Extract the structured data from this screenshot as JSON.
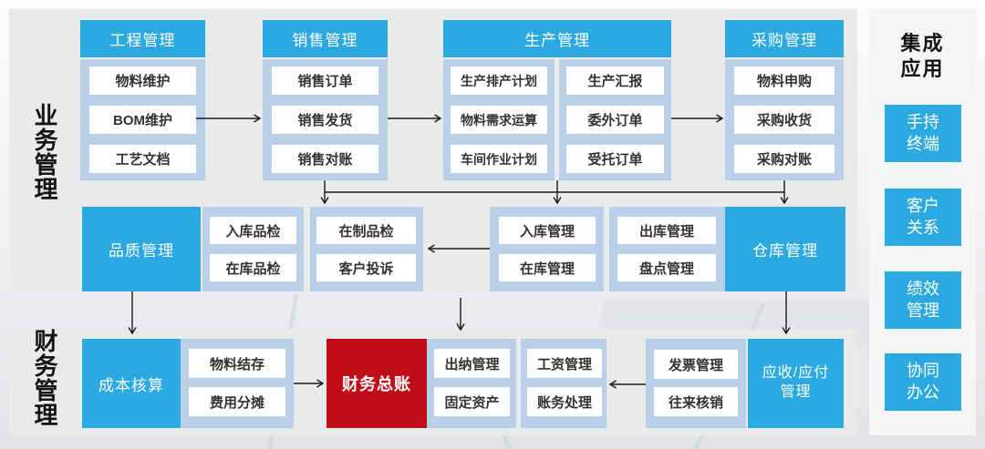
{
  "diagram": {
    "section_labels": {
      "business": "业务管理",
      "finance": "财务管理"
    },
    "top_columns": [
      {
        "header": "工程管理",
        "items": [
          "物料维护",
          "BOM维护",
          "工艺文档"
        ]
      },
      {
        "header": "销售管理",
        "items": [
          "销售订单",
          "销售发货",
          "销售对账"
        ]
      },
      {
        "header": "生产管理",
        "items_left": [
          "生产排产计划",
          "物料需求运算",
          "车间作业计划"
        ],
        "items_right": [
          "生产汇报",
          "委外订单",
          "受托订单"
        ]
      },
      {
        "header": "采购管理",
        "items": [
          "物料申购",
          "采购收货",
          "采购对账"
        ]
      }
    ],
    "middle_row": {
      "quality": {
        "title": "品质管理",
        "items": [
          "入库品检",
          "在制品检",
          "在库品检",
          "客户投诉"
        ]
      },
      "warehouse": {
        "title": "仓库管理",
        "items": [
          "入库管理",
          "出库管理",
          "在库管理",
          "盘点管理"
        ]
      }
    },
    "finance_row": {
      "cost_accounting": {
        "title": "成本核算",
        "items": [
          "物料结存",
          "费用分摊"
        ]
      },
      "general_ledger": {
        "title": "财务总账",
        "items": [
          "出纳管理",
          "工资管理",
          "固定资产",
          "账务处理"
        ]
      },
      "ar_ap": {
        "title": "应收/应付\n管理",
        "items": [
          "发票管理",
          "往来核销"
        ]
      }
    },
    "integration_panel": {
      "title": "集成\n应用",
      "apps": [
        "手持\n终端",
        "客户\n关系",
        "绩效\n管理",
        "协同\n办公"
      ]
    },
    "colors": {
      "primary_blue": "#2BA9E0",
      "container_blue": "#BAD0E8",
      "ledger_red": "#C00D1A",
      "panel_gray": "#E9EAEA",
      "side_panel_gray": "#F4F5F5",
      "arrow_black": "#1A1A1A"
    }
  }
}
